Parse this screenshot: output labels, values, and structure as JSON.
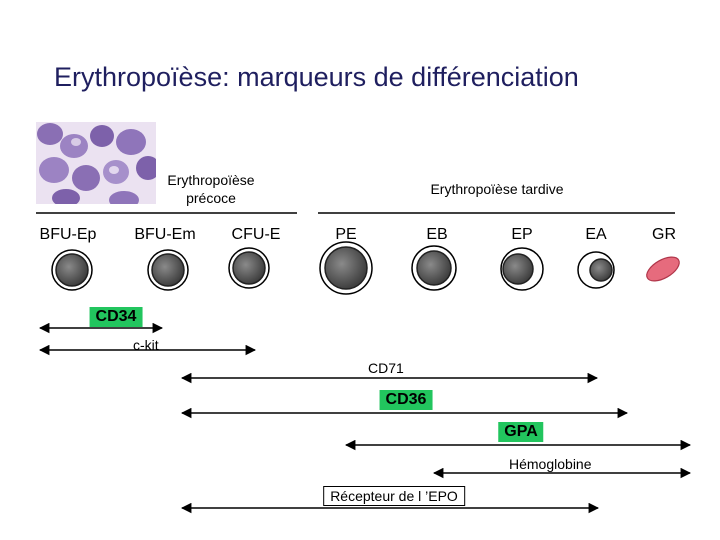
{
  "title": "Erythropoïèse: marqueurs de différenciation",
  "phases": {
    "early": "Erythropoïèse précoce",
    "late": "Erythropoïèse tardive"
  },
  "stages": [
    "BFU-Ep",
    "BFU-Em",
    "CFU-E",
    "PE",
    "EB",
    "EP",
    "EA",
    "GR"
  ],
  "markers": [
    {
      "label": "CD34",
      "style": "green"
    },
    {
      "label": "c-kit",
      "style": "plain"
    },
    {
      "label": "CD71",
      "style": "plain"
    },
    {
      "label": "CD36",
      "style": "green"
    },
    {
      "label": "GPA",
      "style": "green"
    },
    {
      "label": "Hémoglobine",
      "style": "plain"
    },
    {
      "label": "Récepteur de l ’EPO",
      "style": "outline"
    }
  ],
  "colors": {
    "title": "#1f1f5f",
    "marker_highlight": "#22c55e",
    "cell_dark": "#555555",
    "red_cell": "#e66b7d",
    "cell_photo": "#8a6fb4"
  }
}
